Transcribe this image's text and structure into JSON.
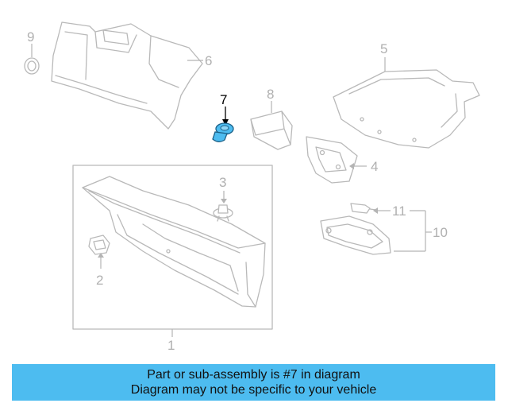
{
  "diagram": {
    "highlight_part": "7",
    "colors": {
      "highlight_part": "#4dbcf0",
      "line_art": "#b9b9b9",
      "callout_text": "#b0b0b0",
      "highlight_callout": "#000000"
    },
    "callouts": {
      "c1": "1",
      "c2": "2",
      "c3": "3",
      "c4": "4",
      "c5": "5",
      "c6": "6",
      "c7": "7",
      "c8": "8",
      "c9": "9",
      "c10": "10",
      "c11": "11"
    }
  },
  "banner": {
    "line1": "Part or sub-assembly is #7 in diagram",
    "line2": "Diagram may not be specific to your vehicle",
    "background": "#4dbcf0"
  }
}
